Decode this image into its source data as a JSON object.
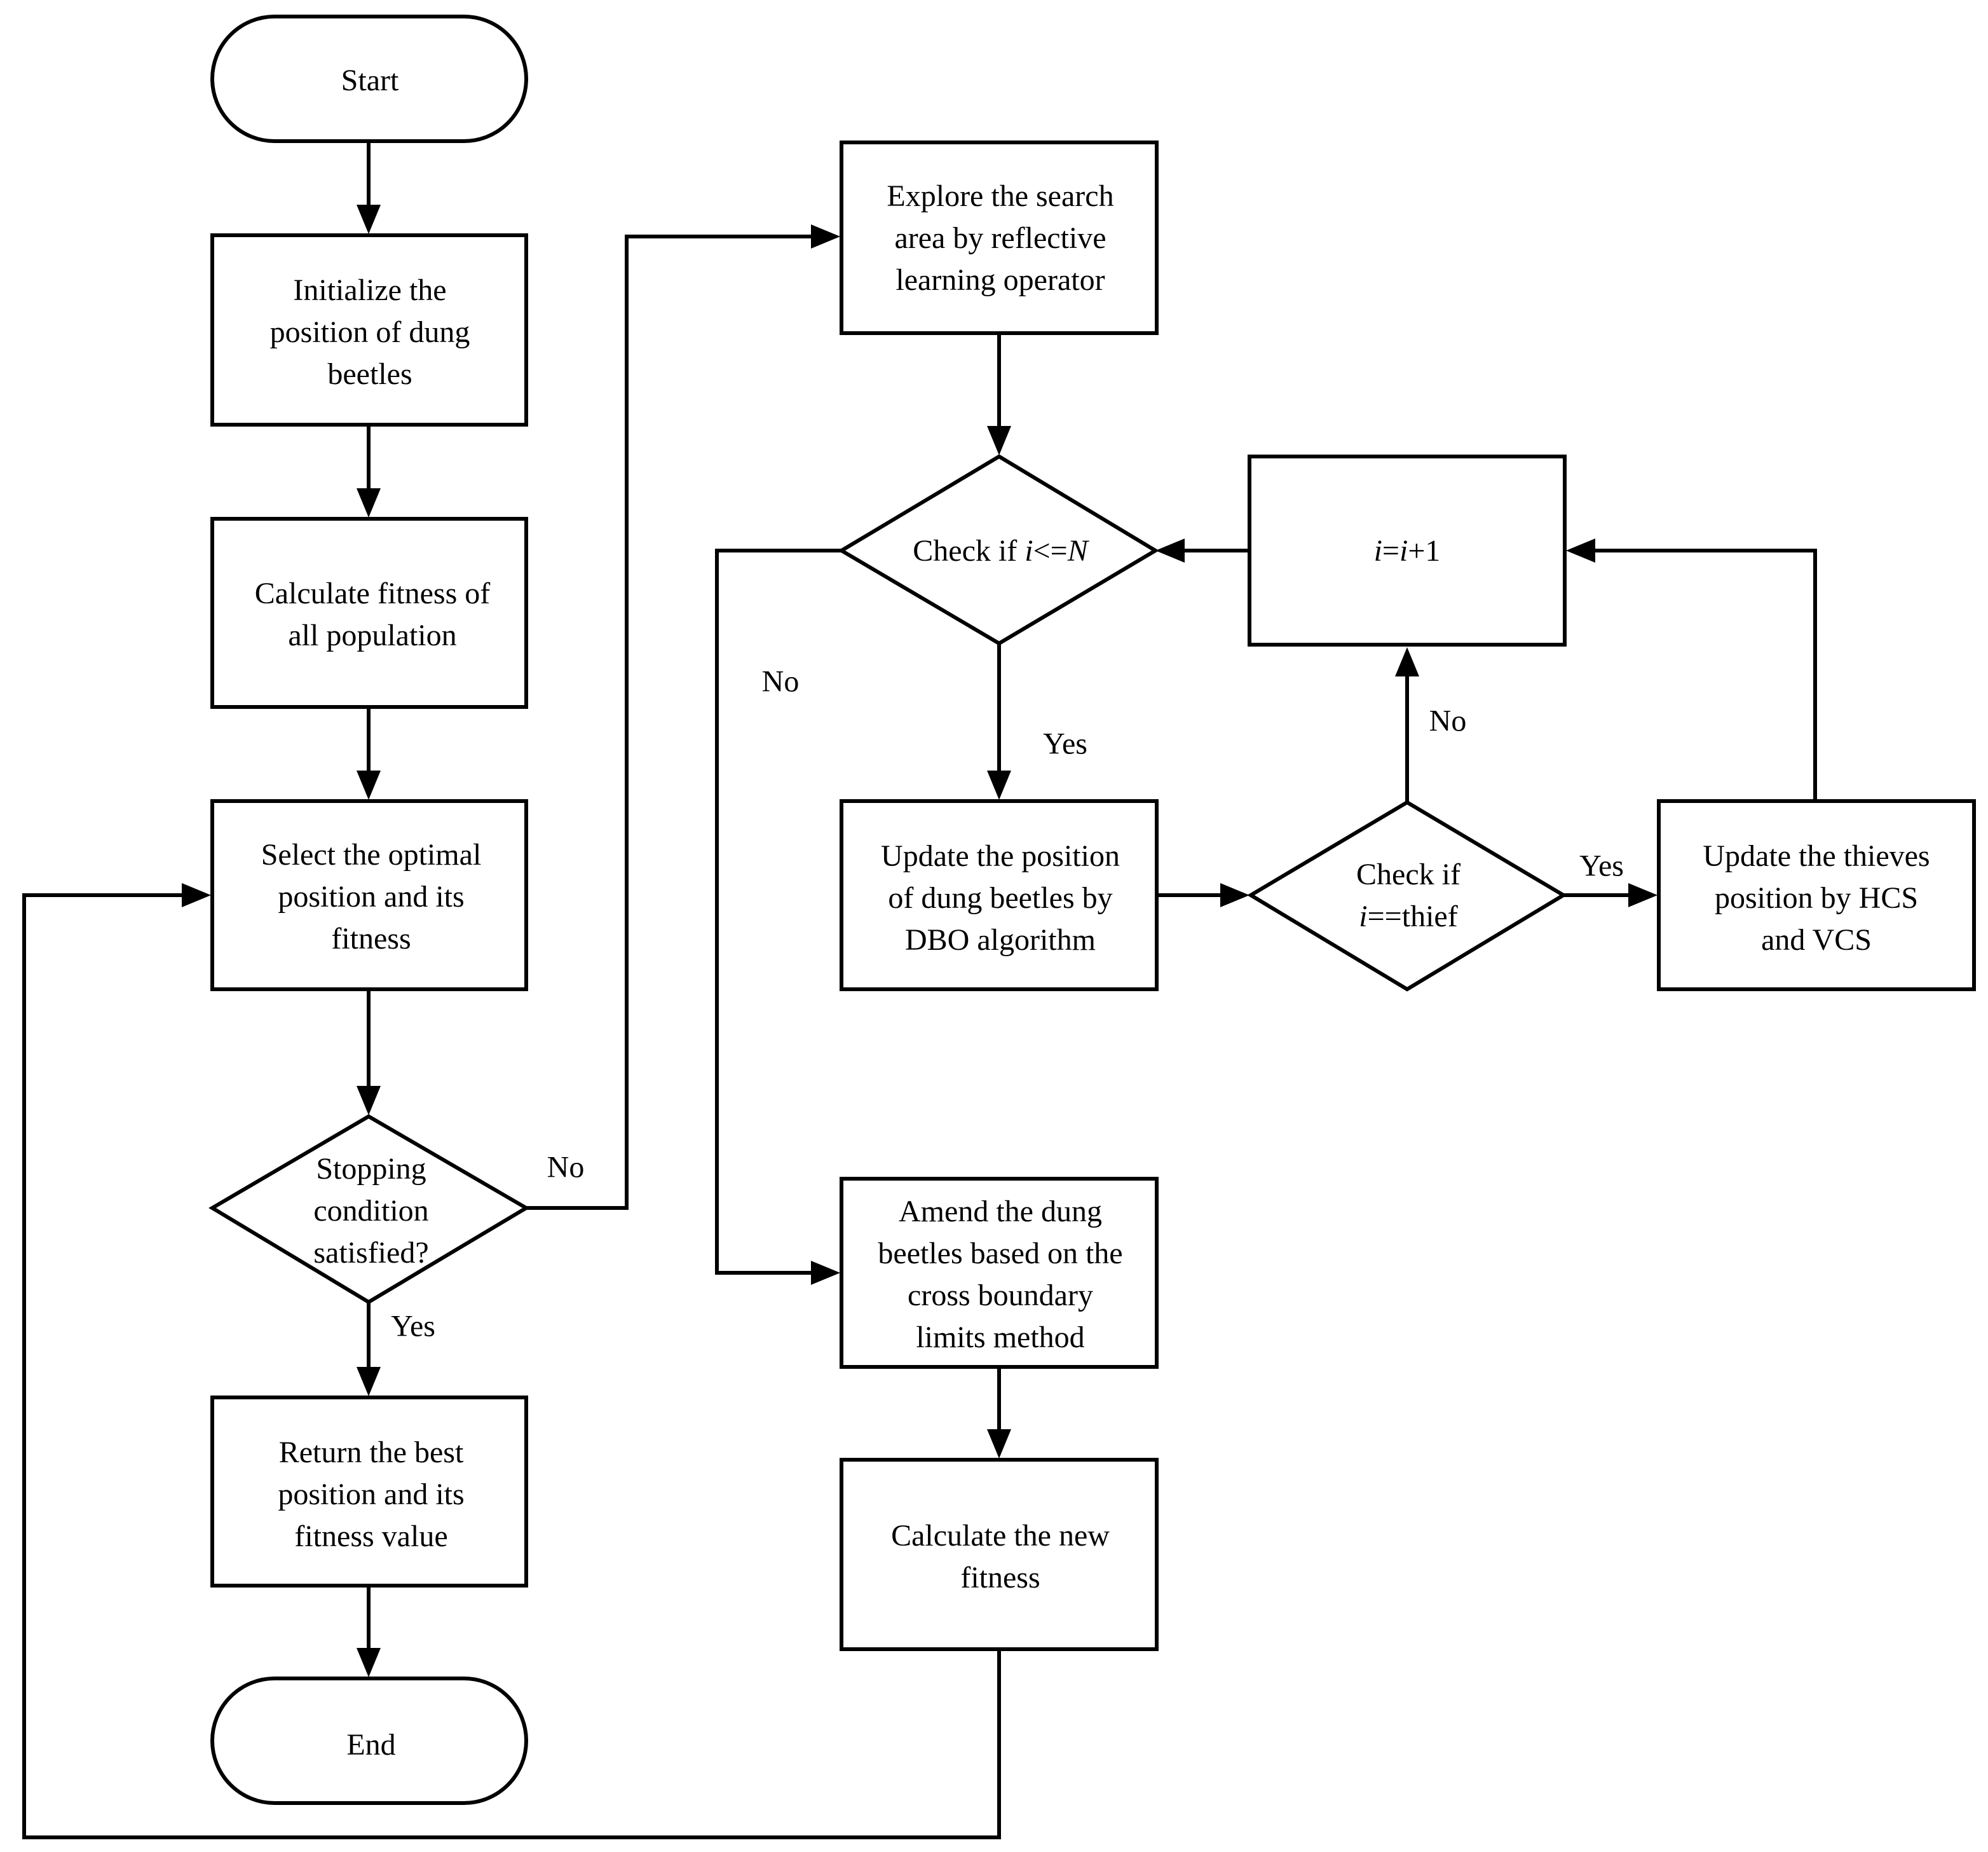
{
  "nodes": {
    "start": {
      "lines": [
        [
          "Start"
        ]
      ]
    },
    "init": {
      "lines": [
        [
          "Initialize the"
        ],
        [
          "position of dung"
        ],
        [
          "beetles"
        ]
      ]
    },
    "calc_fit": {
      "lines": [
        [
          "Calculate fitness of"
        ],
        [
          "all population"
        ]
      ]
    },
    "select": {
      "lines": [
        [
          "Select the optimal"
        ],
        [
          "position and its"
        ],
        [
          "fitness"
        ]
      ]
    },
    "stop": {
      "lines": [
        [
          "Stopping"
        ],
        [
          "condition"
        ],
        [
          "satisfied?"
        ]
      ]
    },
    "return": {
      "lines": [
        [
          "Return the best"
        ],
        [
          "position and its"
        ],
        [
          "fitness value"
        ]
      ]
    },
    "end": {
      "lines": [
        [
          "End"
        ]
      ]
    },
    "explore": {
      "lines": [
        [
          "Explore the search"
        ],
        [
          "area by reflective"
        ],
        [
          "learning operator"
        ]
      ]
    },
    "check_n": {
      "lines": [
        [
          "Check if ",
          {
            "i": "i"
          },
          "<=",
          {
            "i": "N"
          }
        ]
      ]
    },
    "inc": {
      "lines": [
        [
          {
            "i": "i"
          },
          "=",
          {
            "i": "i"
          },
          "+1"
        ]
      ]
    },
    "update_dbo": {
      "lines": [
        [
          "Update the position"
        ],
        [
          "of dung beetles by"
        ],
        [
          "DBO algorithm"
        ]
      ]
    },
    "check_thief": {
      "lines": [
        [
          "Check if"
        ],
        [
          {
            "i": "i"
          },
          "==thief"
        ]
      ]
    },
    "update_thieves": {
      "lines": [
        [
          "Update the thieves"
        ],
        [
          "position by HCS"
        ],
        [
          "and VCS"
        ]
      ]
    },
    "amend": {
      "lines": [
        [
          "Amend the dung"
        ],
        [
          "beetles based on the"
        ],
        [
          "cross boundary"
        ],
        [
          "limits method"
        ]
      ]
    },
    "new_fit": {
      "lines": [
        [
          "Calculate the new"
        ],
        [
          "fitness"
        ]
      ]
    }
  },
  "labels": {
    "stop_no": "No",
    "stop_yes": "Yes",
    "checkn_no": "No",
    "checkn_yes": "Yes",
    "thief_no": "No",
    "thief_yes": "Yes"
  }
}
